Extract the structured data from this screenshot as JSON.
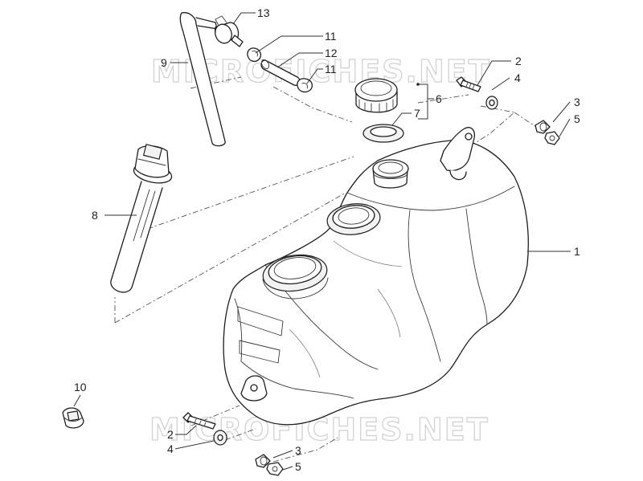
{
  "watermark": {
    "top_text": "MICROFICHES.NET",
    "bottom_text": "MICROFICHES.NET"
  },
  "callouts": {
    "c1": "1",
    "c2_top": "2",
    "c2_bottom": "2",
    "c3_top": "3",
    "c3_bottom": "3",
    "c4_top": "4",
    "c4_bottom": "4",
    "c5_top": "5",
    "c5_bottom": "5",
    "c6": "6",
    "c7": "7",
    "c8": "8",
    "c9": "9",
    "c10": "10",
    "c11_upper": "11",
    "c11_lower": "11",
    "c12": "12",
    "c13": "13"
  },
  "parts": [
    {
      "ref": "1",
      "icon": "fuel-tank"
    },
    {
      "ref": "2",
      "icon": "bolt"
    },
    {
      "ref": "3",
      "icon": "spacer"
    },
    {
      "ref": "4",
      "icon": "washer"
    },
    {
      "ref": "5",
      "icon": "nut"
    },
    {
      "ref": "6",
      "icon": "fuel-cap-assembly"
    },
    {
      "ref": "7",
      "icon": "cap-gasket"
    },
    {
      "ref": "8",
      "icon": "fuel-level-sender"
    },
    {
      "ref": "9",
      "icon": "breather-hose"
    },
    {
      "ref": "10",
      "icon": "hose-clamp"
    },
    {
      "ref": "11",
      "icon": "hose-clip"
    },
    {
      "ref": "12",
      "icon": "hose-sleeve"
    },
    {
      "ref": "13",
      "icon": "check-valve"
    }
  ]
}
